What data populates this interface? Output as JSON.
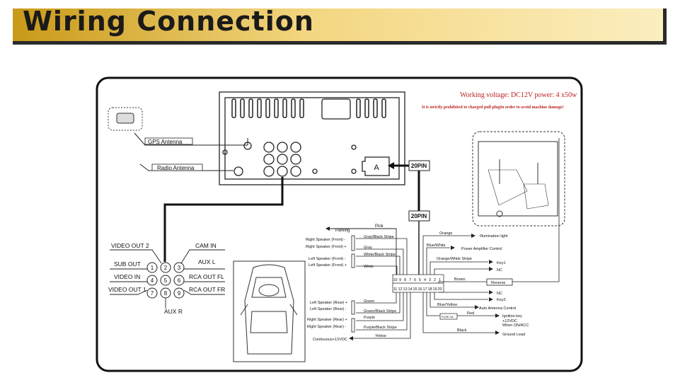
{
  "header": {
    "title": "Wiring Connection"
  },
  "warning": {
    "line1": "Working voltage: DC12V power: 4 x50w",
    "line2": "It is strictly prohibited to charged pull plugIn order to avoid machine damage!"
  },
  "antennas": {
    "gps": "GPS Antenna",
    "radio": "Radio Antenna"
  },
  "connectors": {
    "a": "A",
    "pin20_top": "20PIN",
    "pin20_bottom": "20PIN"
  },
  "av": {
    "left": [
      "VIDEO OUT 2",
      "SUB OUT",
      "VIDEO IN",
      "VIDEO OUT 1"
    ],
    "right": [
      "CAM IN",
      "AUX L",
      "RCA OUT FL",
      "RCA OUT FR"
    ],
    "bottom": "AUX R",
    "pins": [
      "1",
      "2",
      "3",
      "4",
      "5",
      "6",
      "7",
      "8",
      "9"
    ]
  },
  "harness": {
    "top_row": [
      "10",
      "9",
      "8",
      "7",
      "6",
      "5",
      "4",
      "3",
      "2",
      "1"
    ],
    "bottom_row": [
      "11",
      "12",
      "13",
      "14",
      "15",
      "16",
      "17",
      "18",
      "19",
      "20"
    ]
  },
  "left_wires": {
    "parking": "Parking",
    "pink": "Pink",
    "speakers": [
      {
        "label": "Right Speaker (Front) -",
        "color": "Gray/Black Stripe"
      },
      {
        "label": "Right Speaker (Front) +",
        "color": "Gray"
      },
      {
        "label": "Left Speaker (Front) -",
        "color": "White/Black Stripe"
      },
      {
        "label": "Left Speaker (Front) +",
        "color": "White"
      },
      {
        "label": "Left Speaker (Rear) +",
        "color": "Green"
      },
      {
        "label": "Left Speaker (Rear) -",
        "color": "Green/Black Stripe"
      },
      {
        "label": "Right Speaker (Rear) +",
        "color": "Purple"
      },
      {
        "label": "Right Speaker (Rear) -",
        "color": "Purple/Black Stripe"
      }
    ],
    "continuous": "Continuous+12VDC",
    "yellow": "Yellow"
  },
  "right_wires": {
    "orange": "Orange",
    "illumination": "Illumination light",
    "blue_white": "Blue/White",
    "amp": "Power Amplifier Control",
    "orange_white": "Orange/White Stripe",
    "key1": "Key1",
    "nc1": "NC",
    "brown": "Brown",
    "reverse": "Reverse",
    "nc2": "NC",
    "key2": "Key2",
    "blue_yellow": "Blue/Yellow",
    "auto_antenna": "Auto Antenna Control",
    "red": "Red",
    "fuse": "FUSE 2A",
    "ignition1": "Ignition key",
    "ignition2": "+12VDC",
    "ignition3": "When ON/ACC",
    "black": "Black",
    "ground": "Ground Lead"
  }
}
